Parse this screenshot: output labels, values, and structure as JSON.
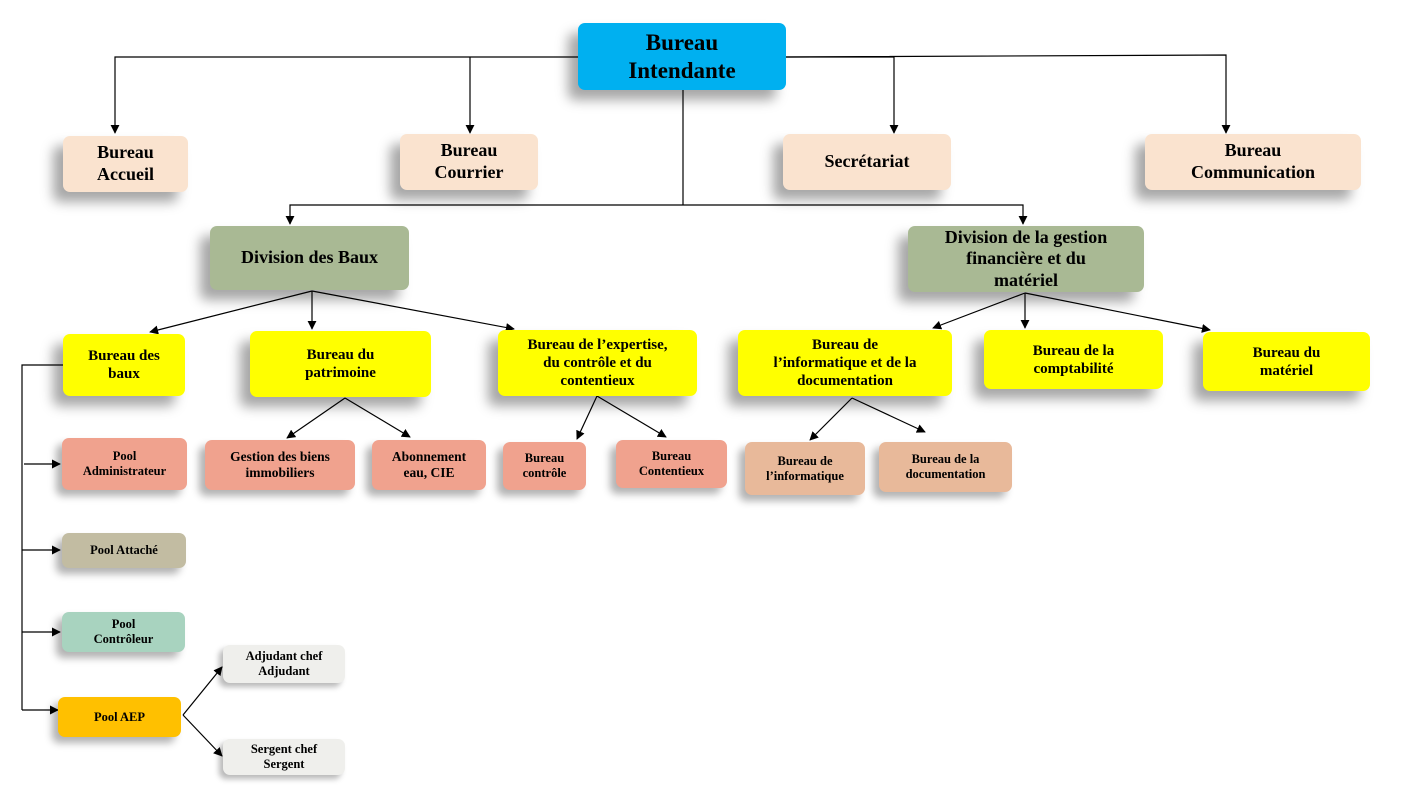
{
  "colors": {
    "root": "#00b0f0",
    "bureau": "#fae3cf",
    "division": "#a9b994",
    "yellow": "#ffff00",
    "salmon": "#f0a28e",
    "tan": "#e8b99a",
    "attache": "#c2bca2",
    "controleur": "#a8d3bf",
    "aep": "#ffc000",
    "grade": "#efefec",
    "line": "#000000"
  },
  "diagram": {
    "root": "Bureau\nIntendante",
    "bureaux": {
      "accueil": "Bureau\nAccueil",
      "courrier": "Bureau\nCourrier",
      "secretariat": "Secrétariat",
      "communication": "Bureau\nCommunication"
    },
    "divisions": {
      "baux": "Division des Baux",
      "gestion": "Division de la gestion\nfinancière et du\nmatériel"
    },
    "services": {
      "baux": "Bureau des\nbaux",
      "patrimoine": "Bureau du\npatrimoine",
      "expertise": "Bureau de l’expertise,\ndu contrôle et du\ncontentieux",
      "informatique_doc": "Bureau de\nl’informatique et de la\ndocumentation",
      "comptabilite": "Bureau de la\ncomptabilité",
      "materiel": "Bureau du\nmatériel"
    },
    "units": {
      "gestion_biens": "Gestion des biens\nimmobiliers",
      "abonnement": "Abonnement\neau, CIE",
      "bureau_controle": "Bureau\ncontrôle",
      "bureau_contentieux": "Bureau\nContentieux",
      "bureau_informatique": "Bureau de\nl’informatique",
      "bureau_documentation": "Bureau de la\ndocumentation"
    },
    "pools": {
      "administrateur": "Pool\nAdministrateur",
      "attache": "Pool Attaché",
      "controleur": "Pool\nContrôleur",
      "aep": "Pool AEP"
    },
    "grades": {
      "adjudant": "Adjudant chef\nAdjudant",
      "sergent": "Sergent chef\nSergent"
    }
  }
}
